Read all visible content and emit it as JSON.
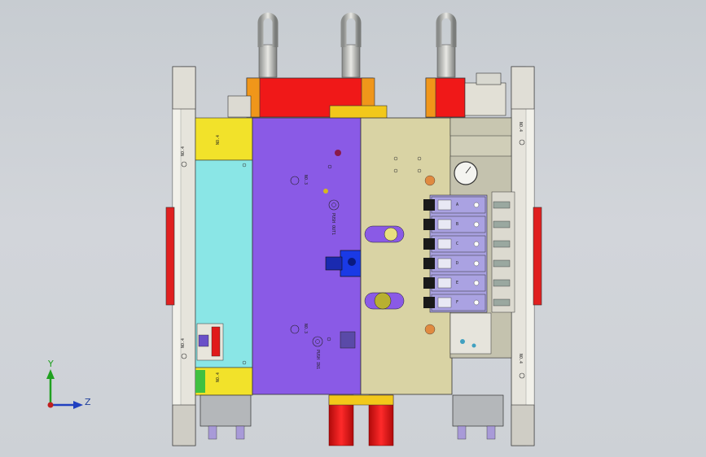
{
  "viewport": {
    "background": "#cbcfd4",
    "triad": {
      "y_label": "Y",
      "z_label": "Z",
      "y_color": "#20a020",
      "z_color": "#2040c0",
      "origin_color": "#c02020"
    }
  },
  "model": {
    "colors": {
      "frame": "#e6e4dc",
      "purple_plate": "#8a5ae6",
      "tan_plate": "#d9d3a4",
      "cyan_plate": "#8ae6e6",
      "yellow": "#f2e22a",
      "red": "#f01818",
      "orange": "#f0961a",
      "grey_blocks": "#b4b7ba",
      "lavender_valves": "#a8a0e0"
    },
    "labels": {
      "left_top": "NO.4",
      "left_bottom": "NO.4",
      "left_panel_a": "NO.4",
      "left_panel_b": "NO.4",
      "center_top": "NO.3",
      "center_bottom": "NO.3",
      "gate_top": "PUSH OUT1",
      "gate_bottom": "PUSH IN1",
      "right_top": "NO.4",
      "right_bottom": "NO.4"
    },
    "valves": [
      {
        "label": "A"
      },
      {
        "label": "B"
      },
      {
        "label": "C"
      },
      {
        "label": "D"
      },
      {
        "label": "E"
      },
      {
        "label": "F"
      }
    ]
  }
}
